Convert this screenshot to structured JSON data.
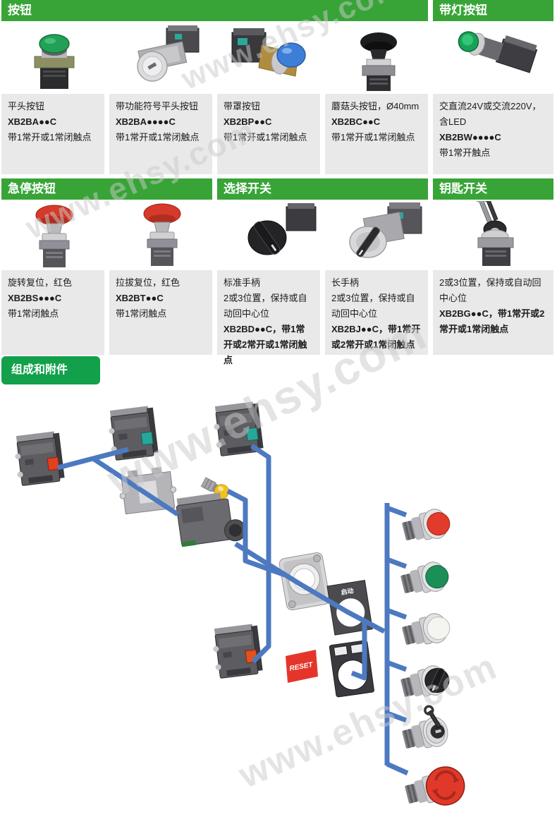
{
  "watermark": "www.ehsy.com",
  "colors": {
    "header_green": "#38a437",
    "badge_green": "#12a04b",
    "cell_gray": "#e9e9e9",
    "connector_blue": "#4d79c0"
  },
  "headers": {
    "row1": [
      "按钮",
      "带灯按钮"
    ],
    "row2": [
      "急停按钮",
      "选择开关",
      "钥匙开关"
    ]
  },
  "badge_label": "组成和附件",
  "row1_products": [
    {
      "photo": "flat-head-pushbutton-green",
      "name": "平头按钮",
      "model": "XB2BA●●C",
      "desc": "带1常开或1常闭触点"
    },
    {
      "photo": "flat-head-pushbutton-with-symbol",
      "name": "带功能符号平头按钮",
      "model": "XB2BA●●●●C",
      "desc": "带1常开或1常闭触点"
    },
    {
      "photo": "booted-pushbutton-blue",
      "name": "带罩按钮",
      "model": "XB2BP●●C",
      "desc": "带1常开或1常闭触点"
    },
    {
      "photo": "mushroom-head-pushbutton-black",
      "name": "蘑菇头按钮，Ø40mm",
      "model": "XB2BC●●C",
      "desc": "带1常开或1常闭触点"
    },
    {
      "photo": "illuminated-pushbutton-green-led",
      "name": "交直流24V或交流220V，含LED",
      "model": "XB2BW●●●●C",
      "desc": "带1常开触点"
    }
  ],
  "row2_products": [
    {
      "photo": "emergency-stop-turn-release-red",
      "name": "旋转复位，红色",
      "model": "XB2BS●●●C",
      "desc": "带1常闭触点"
    },
    {
      "photo": "emergency-stop-pull-release-red",
      "name": "拉拔复位，红色",
      "model": "XB2BT●●C",
      "desc": "带1常闭触点"
    },
    {
      "photo": "selector-switch-standard-handle",
      "name": "标准手柄",
      "position": "2或3位置，保持或自动回中心位",
      "model_desc": "XB2BD●●C，带1常开或2常开或1常闭触点"
    },
    {
      "photo": "selector-switch-long-handle",
      "name": "长手柄",
      "position": "2或3位置，保持或自动回中心位",
      "model_desc": "XB2BJ●●C，带1常开或2常开或1常闭触点"
    },
    {
      "photo": "key-operated-selector-switch",
      "position": "2或3位置，保持或自动回中心位",
      "model_desc": "XB2BG●●C，带1常开或2常开或1常闭触点"
    }
  ],
  "diagram": {
    "reset_label": "RESET",
    "legend_plate_text": "启动",
    "components": [
      "nc-contact-block",
      "no-contact-block",
      "no-contact-block",
      "mounting-body",
      "led-lamp",
      "light-block-body",
      "mounting-collar",
      "round-legend-plate",
      "nc-contact-block",
      "reset-legend",
      "square-legend-holder",
      "pushbutton-head-red",
      "pushbutton-head-green",
      "pushbutton-head-white",
      "selector-handle-head",
      "key-switch-head",
      "emergency-stop-mushroom-head"
    ]
  }
}
